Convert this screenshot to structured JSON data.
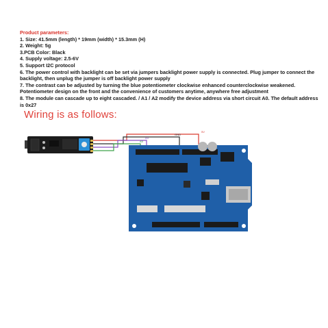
{
  "product": {
    "heading": "Product parameters:",
    "lines": [
      "1. Size: 41.5mm (length) * 19mm (width) * 15.3mm (H)",
      "2. Weight: 5g",
      "3.PCB Color: Black",
      "4. Supply voltage: 2.5-6V",
      "5. Support I2C protocol",
      "6. The power control with backlight can be set via jumpers backlight power supply is connected. Plug jumper to connect the backlight, then unplug the jumper is off backlight power supply",
      "7. The contrast can be adjusted by turning the blue potentiometer clockwise enhanced counterclockwise weakened. Potentiometer design on the front and the convenience of customers anytime, anywhere free adjustment",
      "8. The module can cascade up to eight cascaded. / A1 / A2 modify the device address via short circuit A0. The default address is 0x27"
    ]
  },
  "wiring": {
    "title": "Wiring is as follows:",
    "wire_colors": {
      "vcc": "#d93a2f",
      "gnd": "#2a2a2a",
      "sda": "#8a4fc2",
      "scl": "#3fa24a"
    },
    "labels": {
      "gnd": "GND",
      "v5": "5V",
      "analog_a4": "A4",
      "analog_a5": "A5"
    }
  },
  "colors": {
    "heading": "#d9332b",
    "board_blue": "#1f5fa8",
    "module_black": "#1c1c1c",
    "pot_blue": "#2b8fd6"
  }
}
